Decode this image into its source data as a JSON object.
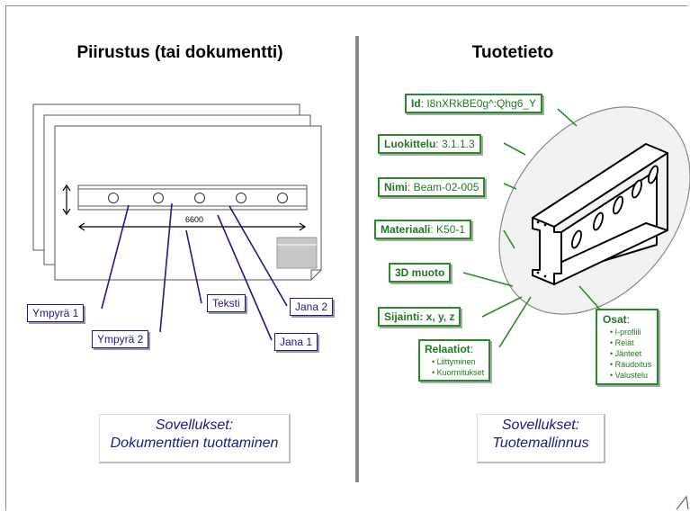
{
  "left": {
    "title": "Piirustus (tai dokumentti)",
    "dimension": "6600",
    "labels": {
      "ympyra1": "Ympyrä 1",
      "ympyra2": "Ympyrä 2",
      "teksti": "Teksti",
      "jana2": "Jana 2",
      "jana1": "Jana 1"
    },
    "applications_line1": "Sovellukset:",
    "applications_line2": "Dokumenttien tuottaminen"
  },
  "right": {
    "title": "Tuotetieto",
    "id": {
      "key": "Id",
      "value": ": I8nXRkBE0g^:Qhg6_Y"
    },
    "luokittelu": {
      "key": "Luokittelu",
      "value": ": 3.1.1.3"
    },
    "nimi": {
      "key": "Nimi",
      "value": ": Beam-02-005"
    },
    "materiaali": {
      "key": "Materiaali",
      "value": ": K50-1"
    },
    "muoto": {
      "key": "3D muoto"
    },
    "sijainti": {
      "key": "Sijainti: x, y, z"
    },
    "relaatiot": {
      "key": "Relaatiot",
      "colon": ":",
      "items": [
        "Liittyminen",
        "Kuormitukset"
      ]
    },
    "osat": {
      "key": "Osat",
      "colon": ":",
      "items": [
        "I-profiili",
        "Reiät",
        "Jänteet",
        "Raudoitus",
        "Valustelu"
      ]
    },
    "applications_line1": "Sovellukset:",
    "applications_line2": "Tuotemallinnus"
  },
  "colors": {
    "blue": "#1a1a8a",
    "green": "#2a8a2a",
    "divider": "#888888"
  }
}
